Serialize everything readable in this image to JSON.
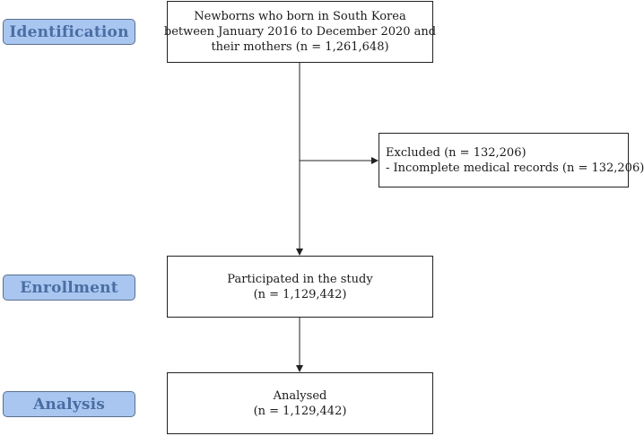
{
  "stages": {
    "identification": "Identification",
    "enrollment": "Enrollment",
    "analysis": "Analysis"
  },
  "boxes": {
    "identification": {
      "lines": [
        "Newborns who born in South Korea",
        "between January 2016 to December 2020 and",
        "their mothers (n = 1,261,648)"
      ]
    },
    "excluded": {
      "lines": [
        "Excluded (n = 132,206)",
        "-  Incomplete medical records (n = 132,206)"
      ]
    },
    "enrollment": {
      "lines": [
        "Participated in the study",
        "(n = 1,129,442)"
      ]
    },
    "analysis": {
      "lines": [
        "Analysed",
        "(n = 1,129,442)"
      ]
    }
  },
  "colors": {
    "stage_fill": "#a9c6f0",
    "stage_text": "#4a6ea3",
    "stage_border": "#5a6f8f",
    "box_border": "#222222",
    "arrow": "#222222"
  }
}
